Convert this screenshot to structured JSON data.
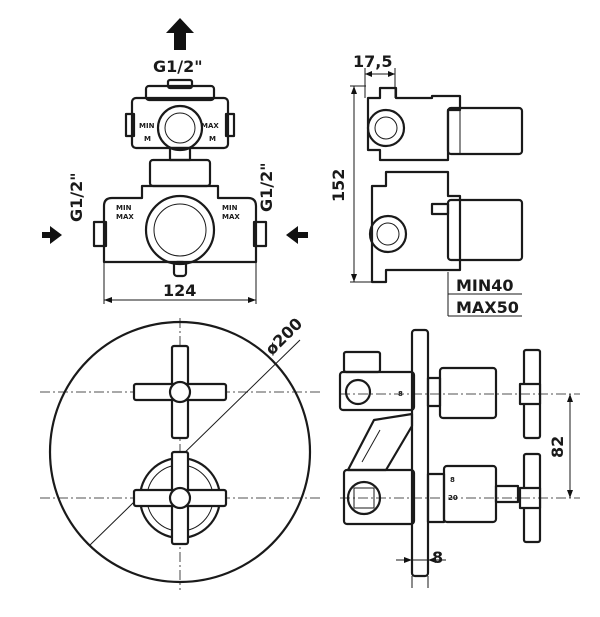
{
  "labels": {
    "g_top": "G1/2\"",
    "g_left": "G1/2\"",
    "g_right": "G1/2\"",
    "dim_width": "124",
    "dim_depth": "17,5",
    "dim_height": "152",
    "min_depth": "MIN40",
    "max_depth": "MAX50",
    "diameter": "ø200",
    "dim_spacing": "82",
    "dim_plate": "8",
    "min_tag": "MIN",
    "max_tag": "MAX",
    "scale_8": "8",
    "scale_20": "20",
    "mark_m": "M"
  },
  "colors": {
    "line": "#1a1a1a",
    "background": "#ffffff"
  }
}
